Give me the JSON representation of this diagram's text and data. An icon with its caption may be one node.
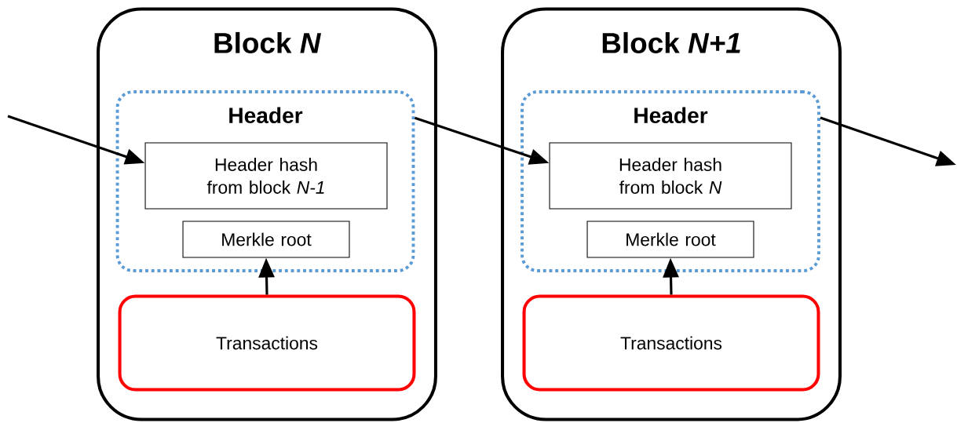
{
  "diagram": {
    "nodes": [
      {
        "text": [
          "Block *N*"
        ]
      },
      {
        "text": [
          "Header"
        ],
        "in": 0
      },
      {
        "text": [
          "Header hash from block *N-1*"
        ],
        "in": 1
      },
      {
        "text": [
          "Merkle root"
        ],
        "in": 1
      },
      {
        "text": [
          "Transactions"
        ],
        "in": 0
      },
      {
        "text": [
          "Block *N+1*"
        ]
      },
      {
        "text": [
          "Header"
        ],
        "in": 5
      },
      {
        "text": [
          "Header hash from block *N*"
        ],
        "in": 6
      },
      {
        "text": [
          "Merkle root"
        ],
        "in": 6
      },
      {
        "text": [
          "Transactions"
        ],
        "in": 5
      }
    ],
    "edges": [
      {
        "from": null,
        "to": 2,
        "arrow": "to"
      },
      {
        "from": 1,
        "to": 7,
        "arrow": "to"
      },
      {
        "from": 6,
        "to": null,
        "arrow": "to"
      },
      {
        "from": 4,
        "to": 3,
        "arrow": "to"
      },
      {
        "from": 9,
        "to": 8,
        "arrow": "to"
      }
    ]
  }
}
